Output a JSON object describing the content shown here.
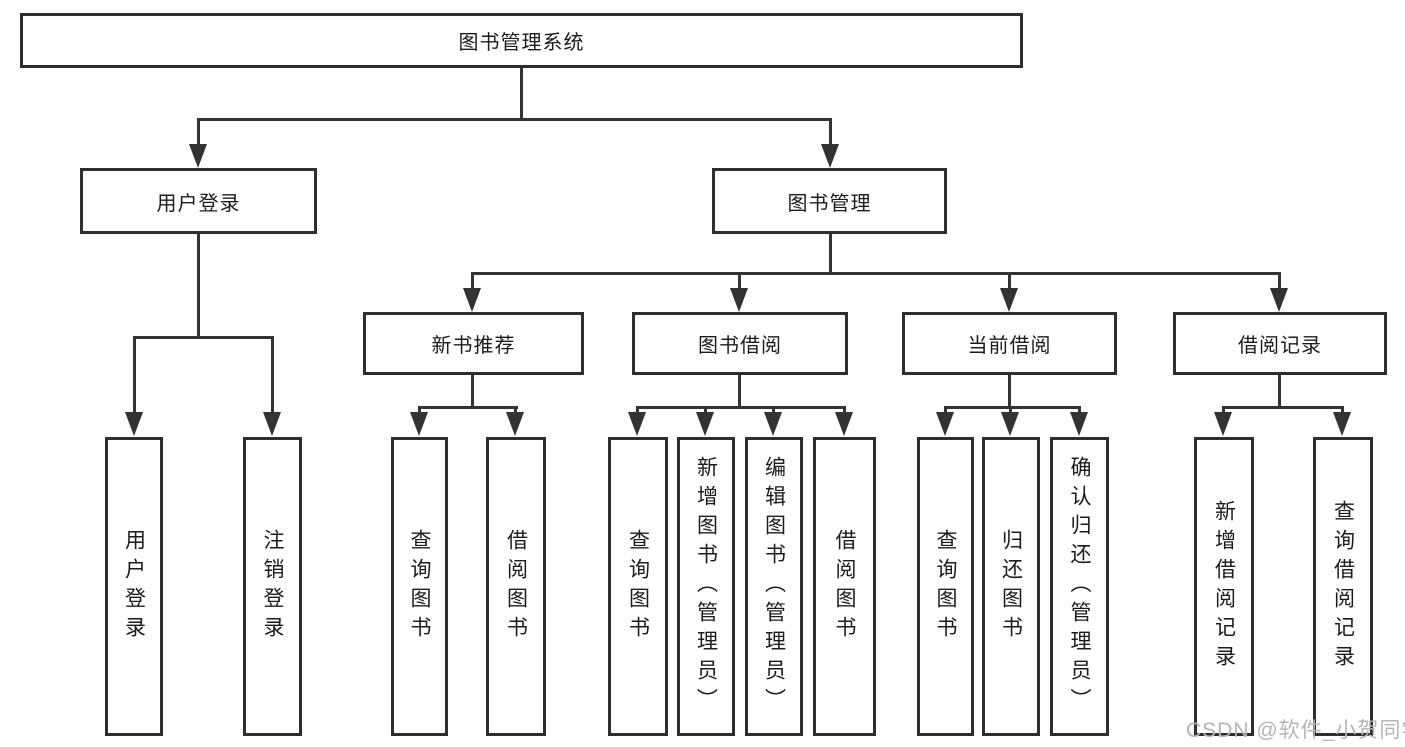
{
  "nodes": {
    "root": "图书管理系统",
    "user_login": "用户登录",
    "book_mgmt": "图书管理",
    "new_book_rec": "新书推荐",
    "book_borrow": "图书借阅",
    "current_borrow": "当前借阅",
    "borrow_record": "借阅记录",
    "leaf_user_login": "用户登录",
    "leaf_logout": "注销登录",
    "nbr_query_book": "查询图书",
    "nbr_borrow_book": "借阅图书",
    "bb_query_book": "查询图书",
    "bb_add_book": "新增图书（管理员）",
    "bb_edit_book": "编辑图书（管理员）",
    "bb_borrow_book": "借阅图书",
    "cb_query_book": "查询图书",
    "cb_return_book": "归还图书",
    "cb_confirm_return": "确认归还（管理员）",
    "br_add_record": "新增借阅记录",
    "br_query_record": "查询借阅记录",
    "watermark": "CSDN @软件_小贺同学"
  },
  "colors": {
    "line": "#333333",
    "border": "#2e2e2e",
    "text": "#1c1c1c",
    "watermark": "#b5b5b5",
    "background": "#ffffff"
  }
}
